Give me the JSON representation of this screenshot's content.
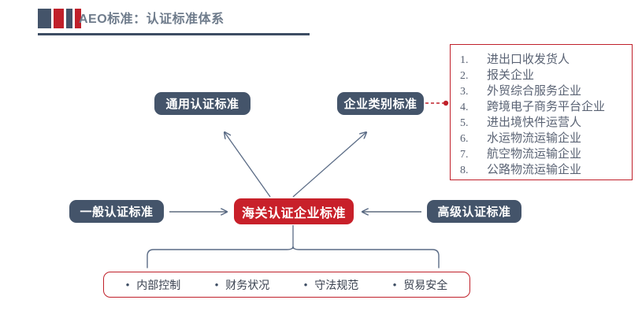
{
  "header": {
    "title": "AEO标准：认证标准体系",
    "accent_blue": "#44546A",
    "accent_red": "#C0202A",
    "title_color": "#6E7B8B",
    "marks": [
      "mark-blue-wide",
      "mark-red-wide",
      "mark-blue-narrow",
      "mark-red-narrow"
    ]
  },
  "diagram": {
    "nodes": {
      "general_standard": "通用认证标准",
      "category_standard": "企业类别标准",
      "center_standard": "海关认证企业标准",
      "basic_standard": "一般认证标准",
      "advanced_standard": "高级认证标准"
    },
    "node_colors": {
      "blue": "#44546A",
      "red": "#C8202A",
      "connector": "#5A6B85",
      "dashed_connector": "#C0202A"
    },
    "category_list": [
      {
        "num": "1.",
        "label": "进出口收发货人"
      },
      {
        "num": "2.",
        "label": "报关企业"
      },
      {
        "num": "3.",
        "label": "外贸综合服务企业"
      },
      {
        "num": "4.",
        "label": "跨境电子商务平台企业"
      },
      {
        "num": "5.",
        "label": "进出境快件运营人"
      },
      {
        "num": "6.",
        "label": "水运物流运输企业"
      },
      {
        "num": "7.",
        "label": "航空物流运输企业"
      },
      {
        "num": "8.",
        "label": "公路物流运输企业"
      }
    ],
    "pillars": [
      {
        "bullet": "•",
        "label": "内部控制"
      },
      {
        "bullet": "•",
        "label": "财务状况"
      },
      {
        "bullet": "•",
        "label": "守法规范"
      },
      {
        "bullet": "•",
        "label": "贸易安全"
      }
    ]
  }
}
